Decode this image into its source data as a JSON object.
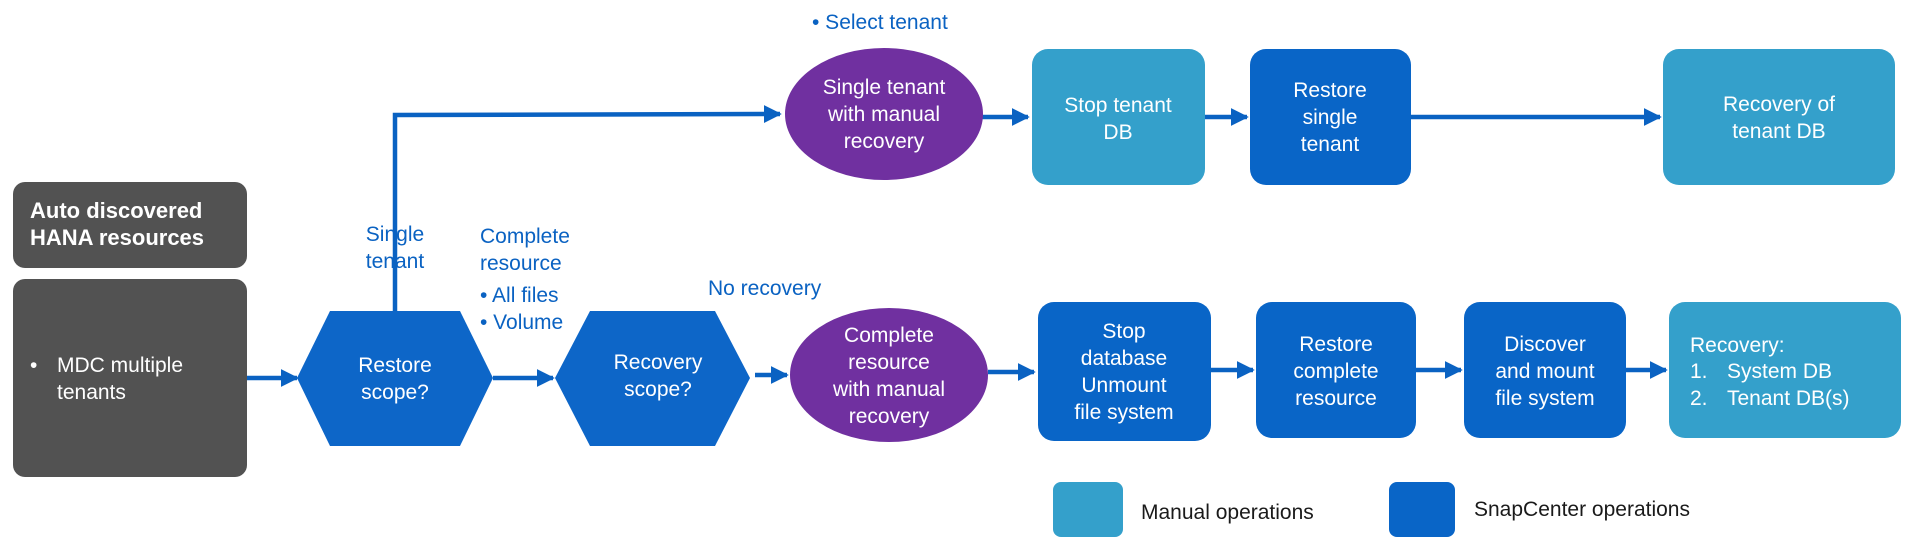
{
  "colors": {
    "dark_box": "#525252",
    "manual": "#34a0cb",
    "snapcenter": "#0965c7",
    "decision": "#0d66c8",
    "ellipse": "#7030a0",
    "arrow": "#0a62c2",
    "label": "#0a62c2",
    "white": "#ffffff"
  },
  "resources": {
    "header_lines": [
      "Auto discovered",
      "HANA resources"
    ],
    "bullet": "•",
    "item_lines": [
      "MDC multiple",
      "tenants"
    ]
  },
  "decisions": {
    "restore_scope": [
      "Restore",
      "scope?"
    ],
    "recovery_scope": [
      "Recovery",
      "scope?"
    ]
  },
  "labels": {
    "single_tenant": [
      "Single",
      "tenant"
    ],
    "complete_resource": [
      "Complete",
      "resource"
    ],
    "all_files": "• All files",
    "volume": "• Volume",
    "no_recovery": "No recovery",
    "select_tenant": "• Select tenant"
  },
  "top_row": {
    "ellipse": [
      "Single tenant",
      "with manual",
      "recovery"
    ],
    "stop_tenant_db": [
      "Stop tenant",
      "DB"
    ],
    "restore_single_tenant": [
      "Restore",
      "single",
      "tenant"
    ],
    "recovery_of_tenant_db": [
      "Recovery of",
      "tenant DB"
    ]
  },
  "bottom_row": {
    "ellipse": [
      "Complete",
      "resource",
      "with manual",
      "recovery"
    ],
    "stop_database": [
      "Stop",
      "database",
      "Unmount",
      "file system"
    ],
    "restore_complete": [
      "Restore",
      "complete",
      "resource"
    ],
    "discover_mount": [
      "Discover",
      "and mount",
      "file system"
    ],
    "recovery_title": "Recovery:",
    "recovery_items": [
      {
        "num": "1.",
        "text": "System DB"
      },
      {
        "num": "2.",
        "text": "Tenant DB(s)"
      }
    ]
  },
  "legend": {
    "manual": "Manual operations",
    "snapcenter": "SnapCenter operations"
  }
}
